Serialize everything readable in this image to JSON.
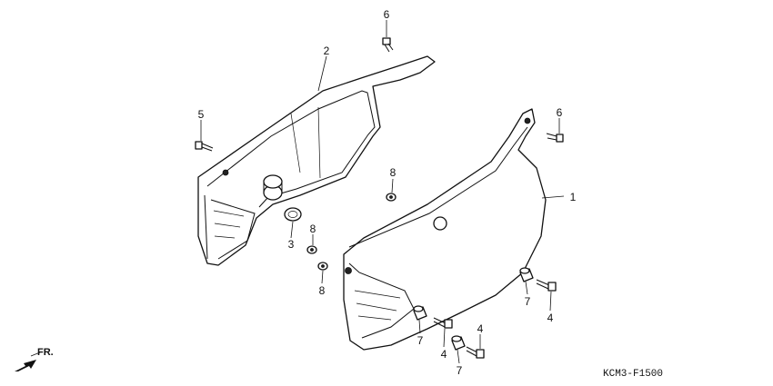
{
  "callouts": [
    {
      "id": "c1",
      "label": "1"
    },
    {
      "id": "c2",
      "label": "2"
    },
    {
      "id": "c3",
      "label": "3"
    },
    {
      "id": "c4a",
      "label": "4"
    },
    {
      "id": "c4b",
      "label": "4"
    },
    {
      "id": "c4c",
      "label": "4"
    },
    {
      "id": "c5",
      "label": "5"
    },
    {
      "id": "c6a",
      "label": "6"
    },
    {
      "id": "c6b",
      "label": "6"
    },
    {
      "id": "c7a",
      "label": "7"
    },
    {
      "id": "c7b",
      "label": "7"
    },
    {
      "id": "c7c",
      "label": "7"
    },
    {
      "id": "c8a",
      "label": "8"
    },
    {
      "id": "c8b",
      "label": "8"
    },
    {
      "id": "c8c",
      "label": "8"
    }
  ],
  "direction_label": "FR.",
  "diagram_code": "KCM3-F1500"
}
